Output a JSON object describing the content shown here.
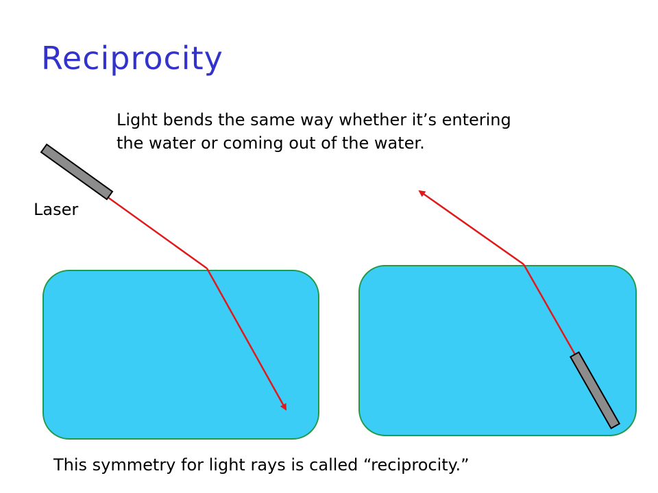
{
  "slide": {
    "title": "Reciprocity",
    "caption_line1": "Light bends the same way whether it’s entering",
    "caption_line2": "the water or coming out of the water.",
    "laser_label": "Laser",
    "footer": "This symmetry for light rays is called “reciprocity.”"
  },
  "colors": {
    "title": "#3333cc",
    "water_fill": "#3ccdf7",
    "water_stroke": "#1f9a4a",
    "ray": "#e01a1a",
    "laser_body": "#8c8c8c",
    "laser_outline": "#000000"
  }
}
